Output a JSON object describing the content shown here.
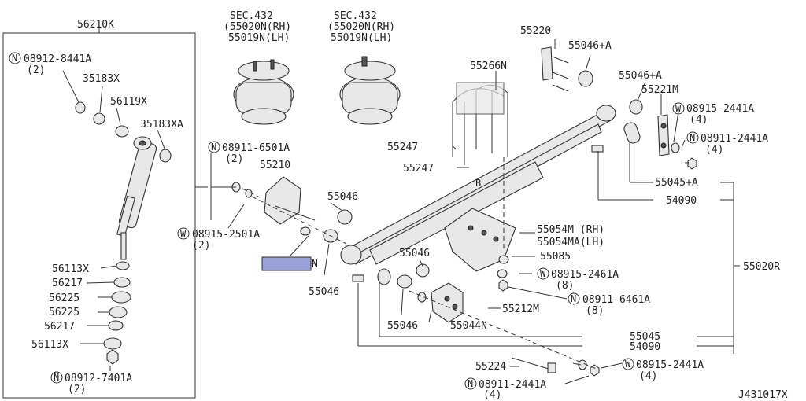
{
  "labels": {
    "l_56210K": "56210K",
    "l_sec1": "SEC.432",
    "l_sec1a": "(55020N(RH)",
    "l_sec1b": "55019N(LH)",
    "l_sec2": "SEC.432",
    "l_sec2a": "(55020N(RH)",
    "l_sec2b": "55019N(LH)",
    "l_55220": "55220",
    "l_55046A1": "55046+A",
    "l_N08912_8441A": "08912-8441A",
    "l_q2a": "(2)",
    "l_35183X": "35183X",
    "l_56119X": "56119X",
    "l_35183XA": "35183XA",
    "l_55266N": "55266N",
    "l_55046A2": "55046+A",
    "l_55221M": "55221M",
    "l_W08915_2441A_a": "08915-2441A",
    "l_q4a": "(4)",
    "l_N08911_2441A_a": "08911-2441A",
    "l_q4b": "(4)",
    "l_N08911_6501A": "08911-6501A",
    "l_q2b": "(2)",
    "l_55210": "55210",
    "l_55247a": "55247",
    "l_55247b": "55247",
    "l_55045A": "55045+A",
    "l_55046a": "55046",
    "l_54090a": "54090",
    "l_W08915_2501A": "08915-2501A",
    "l_q2c": "(2)",
    "l_55054M": "55054M (RH)",
    "l_55054MA": "55054MA(LH)",
    "l_55085": "55085",
    "l_55020R": "55020R",
    "l_56113X_a": "56113X",
    "l_56217_a": "56217",
    "l_56225_a": "56225",
    "l_56225_b": "56225",
    "l_56217_b": "56217",
    "l_56113X_b": "56113X",
    "l_55046b": "55046",
    "l_W08915_2461A": "08915-2461A",
    "l_q8a": "(8)",
    "l_N08911_6461A": "08911-6461A",
    "l_q8b": "(8)",
    "l_55046c": "55046",
    "l_N_hl": "N",
    "l_55212M": "55212M",
    "l_55046d": "55046",
    "l_55044N": "55044N",
    "l_55045": "55045",
    "l_54090b": "54090",
    "l_B": "B",
    "l_N08912_7401A": "08912-7401A",
    "l_q2d": "(2)",
    "l_55224": "55224",
    "l_W08915_2441A_b": "08915-2441A",
    "l_q4c": "(4)",
    "l_N08911_2441A_b": "08911-2441A",
    "l_q4d": "(4)",
    "l_code": "J431017X"
  },
  "symbols": {
    "N": "N",
    "W": "W"
  }
}
